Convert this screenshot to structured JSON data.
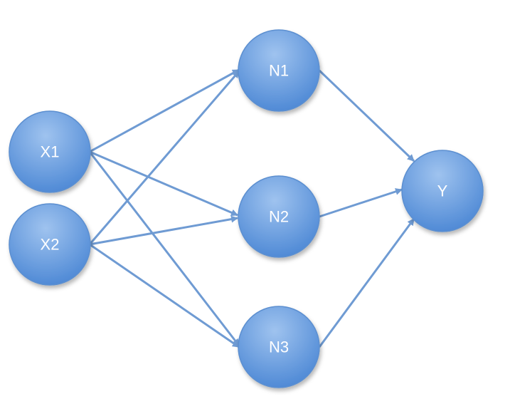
{
  "diagram": {
    "nodes": [
      {
        "id": "X1",
        "label": "X1"
      },
      {
        "id": "X2",
        "label": "X2"
      },
      {
        "id": "N1",
        "label": "N1"
      },
      {
        "id": "N2",
        "label": "N2"
      },
      {
        "id": "N3",
        "label": "N3"
      },
      {
        "id": "Y",
        "label": "Y"
      }
    ],
    "edges": [
      {
        "from": "X1",
        "to": "N1"
      },
      {
        "from": "X1",
        "to": "N2"
      },
      {
        "from": "X1",
        "to": "N3"
      },
      {
        "from": "X2",
        "to": "N1"
      },
      {
        "from": "X2",
        "to": "N2"
      },
      {
        "from": "X2",
        "to": "N3"
      },
      {
        "from": "N1",
        "to": "Y"
      },
      {
        "from": "N2",
        "to": "Y"
      },
      {
        "from": "N3",
        "to": "Y"
      }
    ],
    "colors": {
      "node_top": "#8fb8ea",
      "node_bottom": "#4a86d4",
      "node_stroke": "#5c8fd0",
      "edge": "#6f9bd3",
      "label": "#ffffff"
    }
  }
}
